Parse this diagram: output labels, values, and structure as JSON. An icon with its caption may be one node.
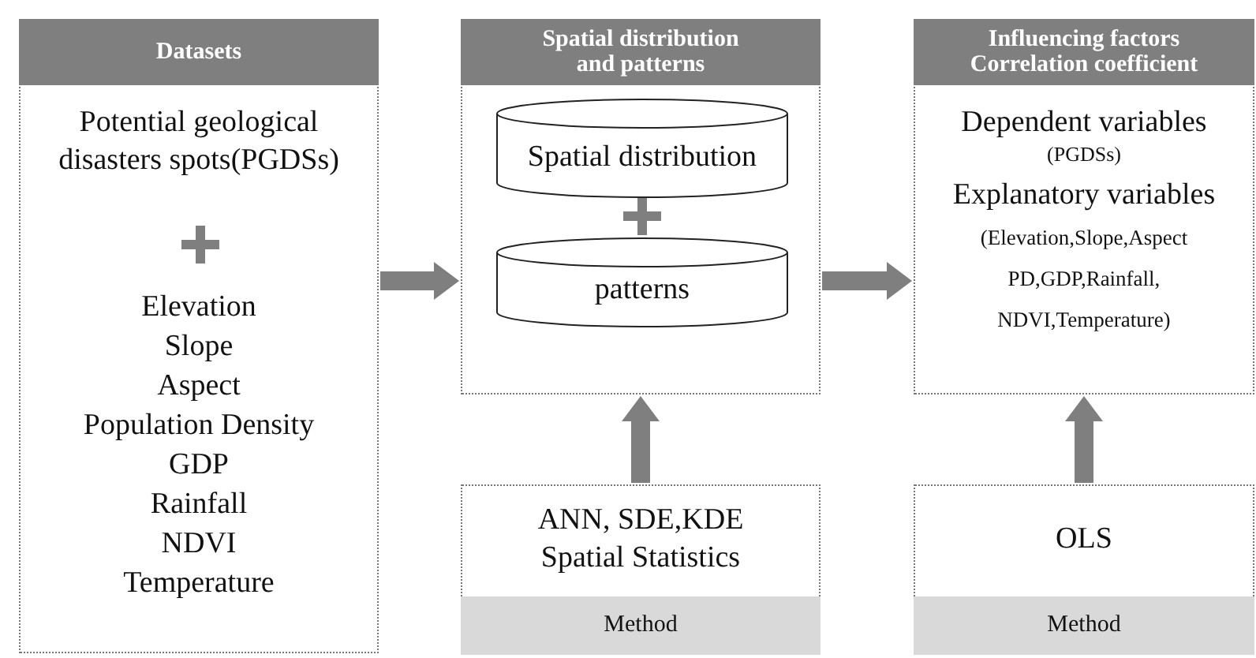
{
  "diagram": {
    "nodes": [
      {
        "text": [
          "Datasets",
          "Potential geological disasters spots(PGDSs)",
          "Elevation",
          "Slope",
          "Aspect",
          "Population Density",
          "GDP",
          "Rainfall",
          "NDVI",
          "Temperature"
        ]
      },
      {
        "text": [
          "Spatial distribution and patterns"
        ]
      },
      {
        "text": [
          "Spatial distribution"
        ],
        "in": 1
      },
      {
        "text": [
          "patterns"
        ],
        "in": 1
      },
      {
        "text": [
          "ANN, SDE,KDE Spatial Statistics",
          "Method"
        ]
      },
      {
        "text": [
          "Influencing factors Correlation coefficient",
          "Dependent variables",
          "(PGDSs)",
          "Explanatory variables",
          "(Elevation,Slope,Aspect PD,GDP,Rainfall, NDVI,Temperature)"
        ]
      },
      {
        "text": [
          "OLS",
          "Method"
        ]
      }
    ],
    "edges": [
      {
        "from": 0,
        "to": 1,
        "arrow": "to"
      },
      {
        "from": 1,
        "to": 5,
        "arrow": "to"
      },
      {
        "from": 4,
        "to": 1,
        "arrow": "to"
      },
      {
        "from": 6,
        "to": 5,
        "arrow": "to"
      }
    ]
  }
}
